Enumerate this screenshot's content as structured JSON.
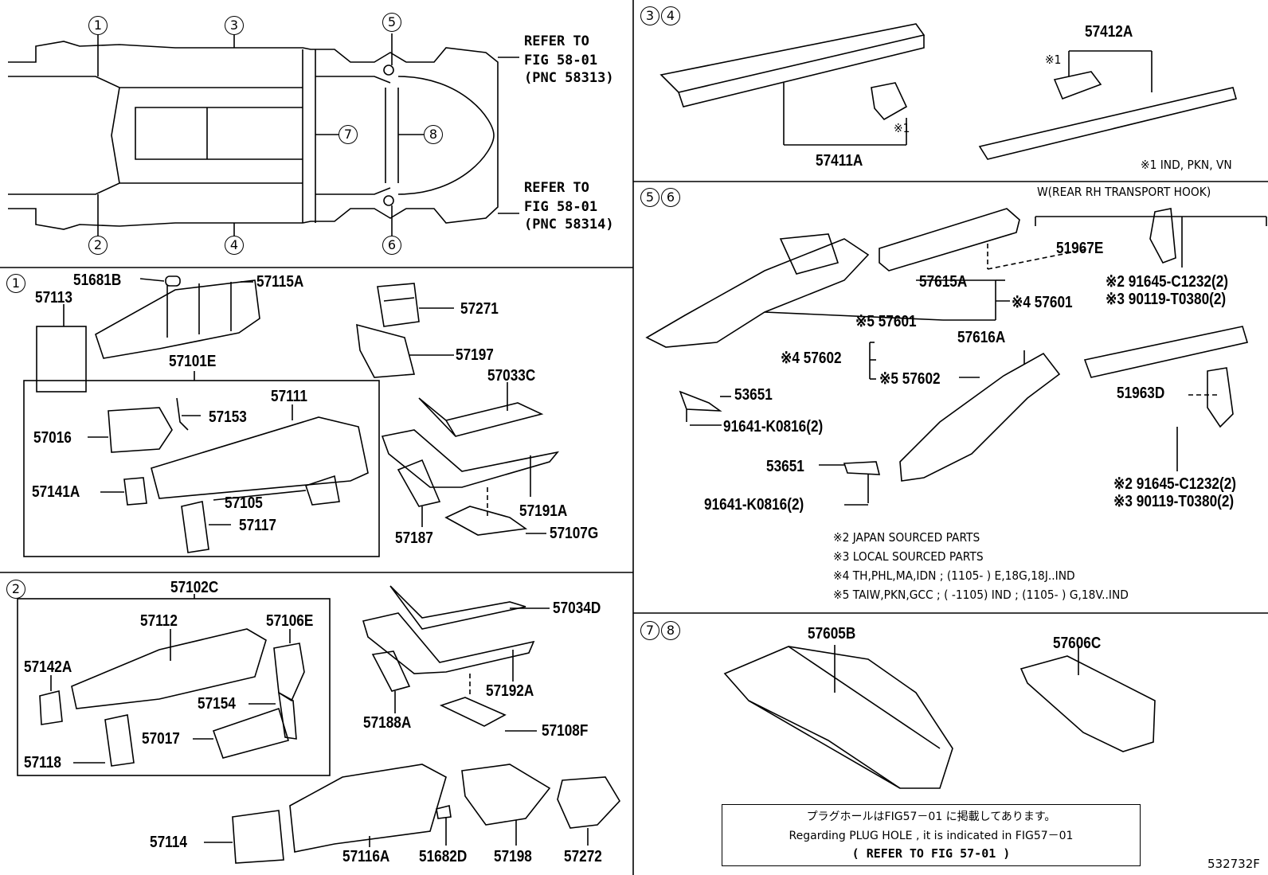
{
  "callouts": {
    "c1": "1",
    "c2": "2",
    "c3": "3",
    "c4": "4",
    "c5": "5",
    "c6": "6",
    "c7": "7",
    "c8": "8"
  },
  "refer": {
    "top_line1": "REFER TO",
    "top_line2": "FIG 58-01",
    "top_line3": "(PNC 58313)",
    "bot_line1": "REFER TO",
    "bot_line2": "FIG 58-01",
    "bot_line3": "(PNC 58314)"
  },
  "sec1": {
    "p51681B": "51681B",
    "p57115A": "57115A",
    "p57113": "57113",
    "p57271": "57271",
    "p57101E": "57101E",
    "p57197": "57197",
    "p57033C": "57033C",
    "p57111": "57111",
    "p57153": "57153",
    "p57016": "57016",
    "p57141A": "57141A",
    "p57105": "57105",
    "p57117": "57117",
    "p57191A": "57191A",
    "p57187": "57187",
    "p57107G": "57107G"
  },
  "sec2": {
    "p57102C": "57102C",
    "p57112": "57112",
    "p57106E": "57106E",
    "p57142A": "57142A",
    "p57154": "57154",
    "p57017": "57017",
    "p57118": "57118",
    "p57034D": "57034D",
    "p57192A": "57192A",
    "p57188A": "57188A",
    "p57108F": "57108F",
    "p57114": "57114",
    "p57116A": "57116A",
    "p51682D": "51682D",
    "p57198": "57198",
    "p57272": "57272"
  },
  "sec34": {
    "p57412A": "57412A",
    "mark1a": "※1",
    "mark1b": "※1",
    "p57411A": "57411A",
    "note1": "※1 IND, PKN, VN"
  },
  "sec56": {
    "hook_label": "W(REAR RH TRANSPORT HOOK)",
    "p51967E": "51967E",
    "p57615A": "57615A",
    "n2a": "※2 91645-C1232(2)",
    "n3a": "※3 90119-T0380(2)",
    "p57601a": "※4 57601",
    "p57601b": "※5 57601",
    "p57616A": "57616A",
    "p57602a": "※4 57602",
    "p57602b": "※5 57602",
    "p53651a": "53651",
    "p91641a": "91641-K0816(2)",
    "p51963D": "51963D",
    "p53651b": "53651",
    "n2b": "※2 91645-C1232(2)",
    "n3b": "※3 90119-T0380(2)",
    "p91641b": "91641-K0816(2)",
    "legend2": "※2 JAPAN SOURCED PARTS",
    "legend3": "※3 LOCAL SOURCED PARTS",
    "legend4": "※4 TH,PHL,MA,IDN ; (1105-        ) E,18G,18J..IND",
    "legend5": "※5 TAIW,PKN,GCC ; (        -1105) IND ; (1105-        ) G,18V..IND"
  },
  "sec78": {
    "p57605B": "57605B",
    "p57606C": "57606C"
  },
  "plug": {
    "line1": "プラグホールはFIG57－01 に掲載してあります。",
    "line2": "Regarding PLUG HOLE , it is indicated in FIG57－01",
    "line3": "(   REFER TO FIG 57-01   )"
  },
  "figure_code": "532732F"
}
